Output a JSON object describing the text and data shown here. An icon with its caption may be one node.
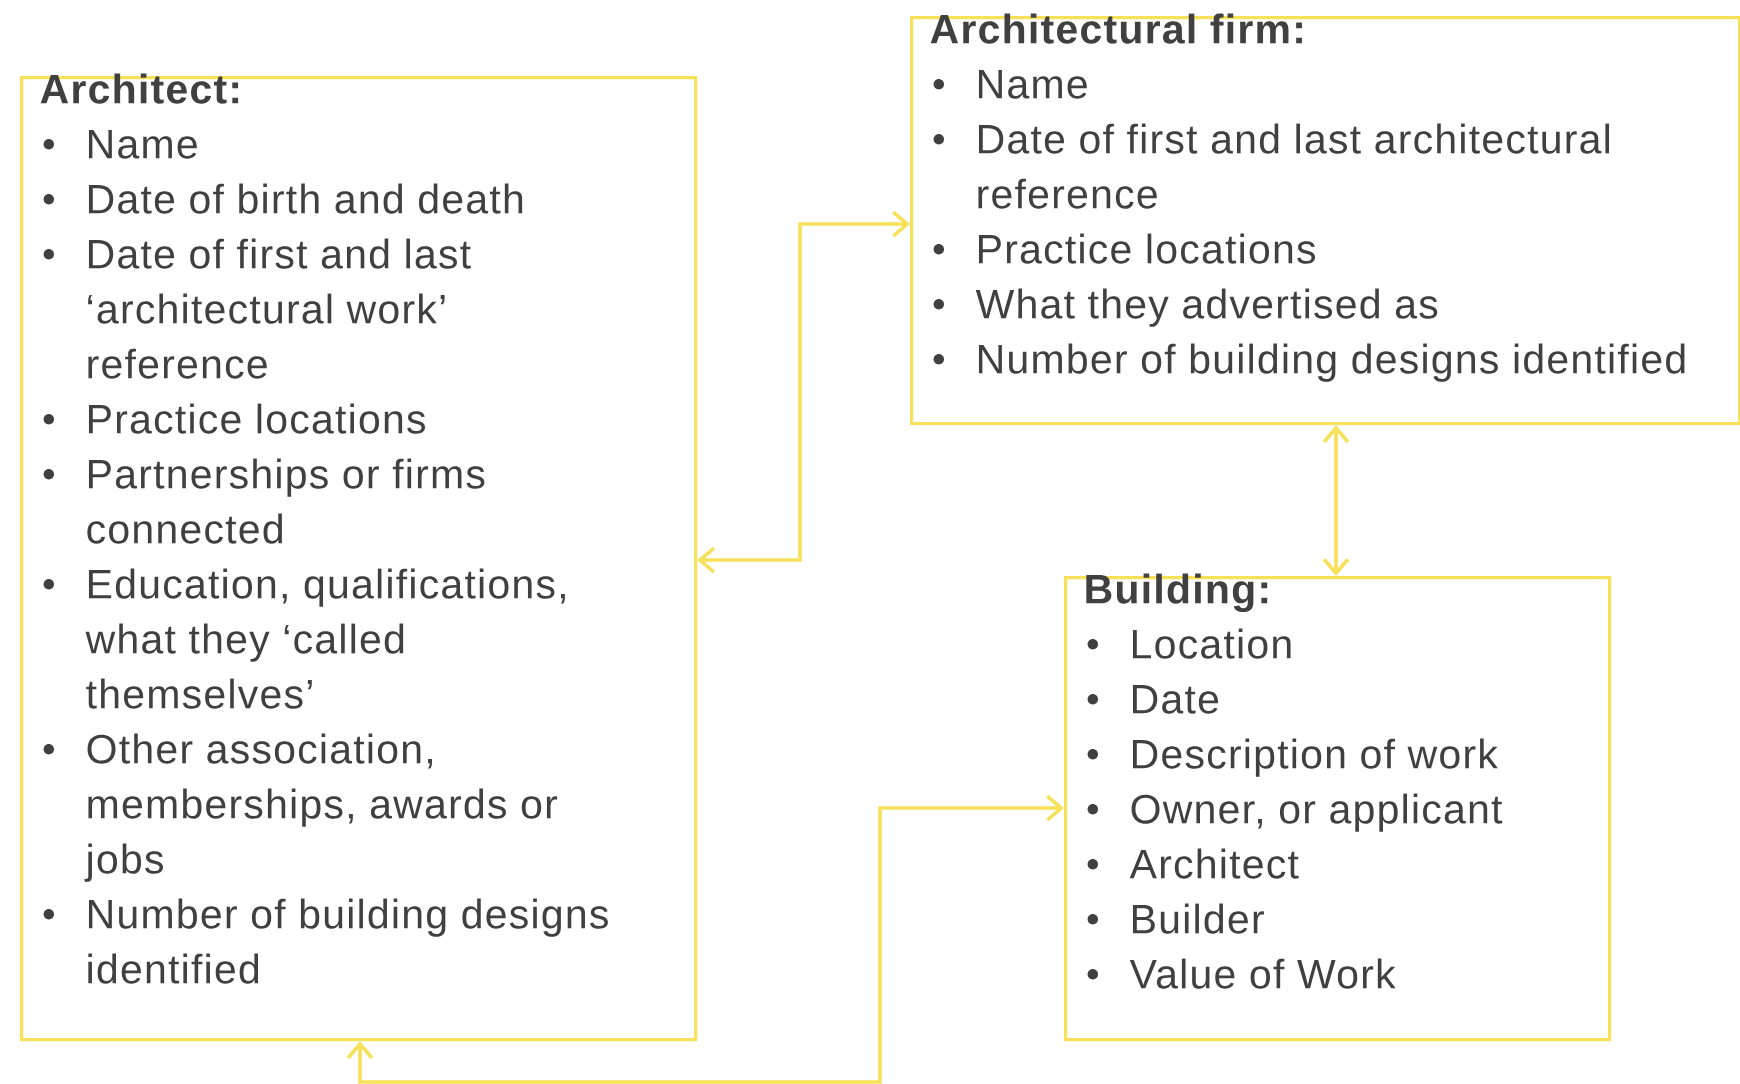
{
  "diagram": {
    "nodes": [
      {
        "text": [
          "Architect:",
          "Name",
          "Date of birth and death",
          "Date of first and last ‘architectural work’ reference",
          "Practice locations",
          "Partnerships or firms connected",
          "Education, qualifications, what they ‘called themselves’",
          "Other association, memberships, awards or jobs",
          "Number of building designs identified"
        ]
      },
      {
        "text": [
          "Architectural firm:",
          "Name",
          "Date of first and last architectural reference",
          "Practice locations",
          "What they advertised as",
          "Number of building designs identified"
        ]
      },
      {
        "text": [
          "Building:",
          "Location",
          "Date",
          "Description of work",
          "Owner, or applicant",
          "Architect",
          "Builder",
          "Value of Work"
        ]
      }
    ],
    "edges": [
      {
        "from": 0,
        "to": 1,
        "arrow": "both"
      },
      {
        "from": 1,
        "to": 2,
        "arrow": "both"
      },
      {
        "from": 0,
        "to": 2,
        "arrow": "both"
      }
    ]
  }
}
